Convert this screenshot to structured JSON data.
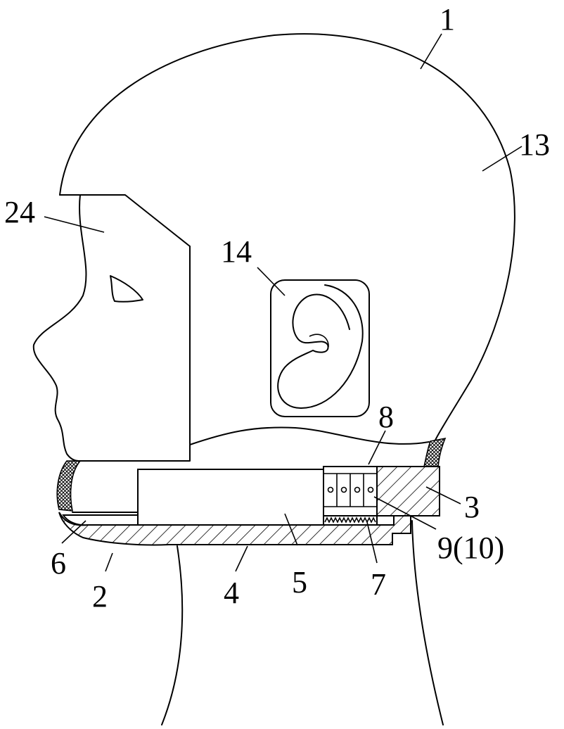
{
  "labels": {
    "l1": "1",
    "l13": "13",
    "l24": "24",
    "l14": "14",
    "l8": "8",
    "l3": "3",
    "l9": "9(10)",
    "l6": "6",
    "l2": "2",
    "l4": "4",
    "l5": "5",
    "l7": "7"
  },
  "colors": {
    "stroke": "#000000",
    "background": "#ffffff"
  }
}
